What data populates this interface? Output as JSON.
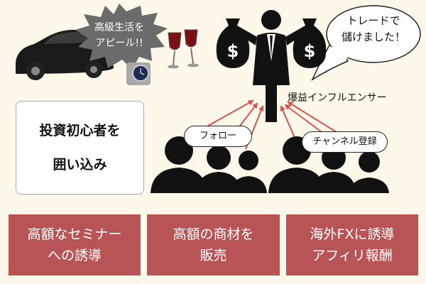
{
  "burst": {
    "line1": "高級生活を",
    "line2": "アピール!!"
  },
  "speech_bubble": {
    "line1": "トレードで",
    "line2": "儲けました！"
  },
  "influencer_label": "爆益インフルエンサー",
  "beginner_box": {
    "line1": "投資初心者を",
    "line2": "囲い込み"
  },
  "follow_label": "フォロー",
  "channel_label": "チャンネル登録",
  "money_symbol": "$",
  "cards": [
    {
      "line1": "高額なセミナー",
      "line2": "への誘導"
    },
    {
      "line1": "高額の商材を",
      "line2": "販売"
    },
    {
      "line1": "海外FXに誘導",
      "line2": "アフィリ報酬"
    }
  ],
  "colors": {
    "background": "#fdf8ea",
    "card": "#b85456",
    "arrow": "#d9534f",
    "silhouette": "#111111",
    "burst": "#6b6b6b"
  }
}
